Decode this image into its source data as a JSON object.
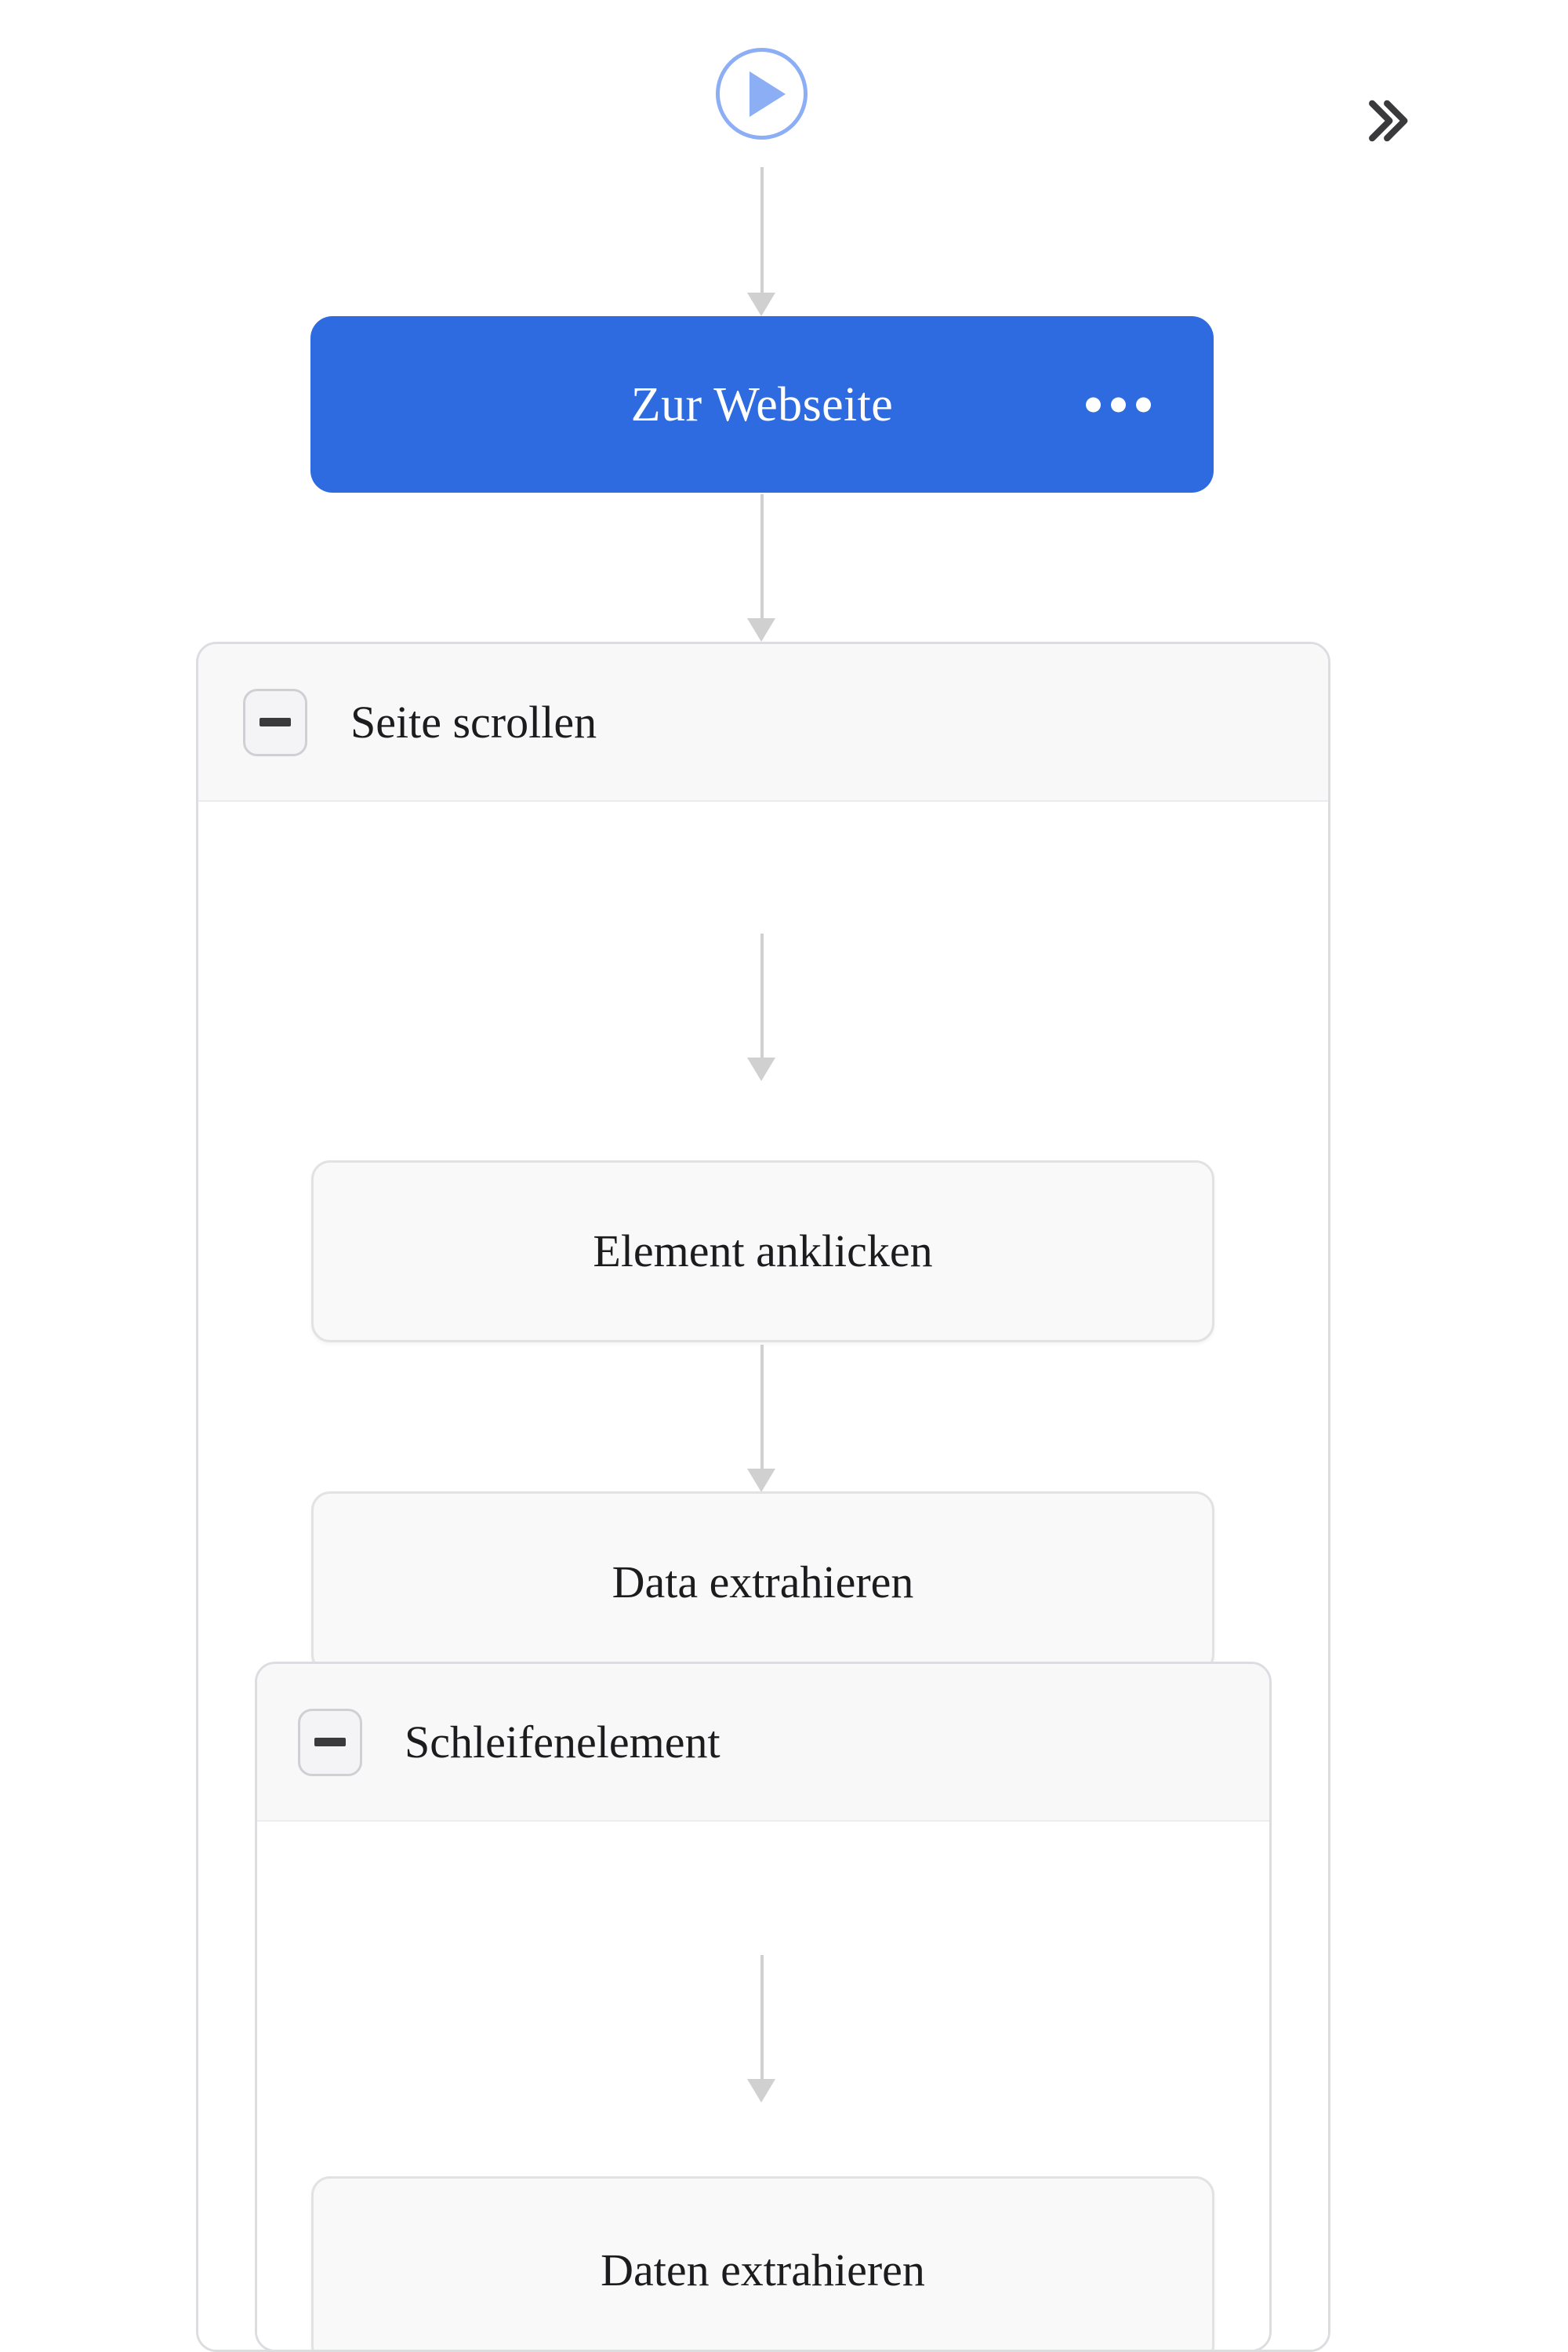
{
  "toolbar": {
    "run_icon": "play-circle-icon",
    "collapse_icon": "chevron-double-right-icon"
  },
  "colors": {
    "accent_blue": "#2F6BE0",
    "play_blue": "#8CAEF5",
    "connector_gray": "#D0D0D0",
    "card_border": "#E1E2E4",
    "card_fill": "#F9F9FA",
    "group_header_fill": "#F8F8F9"
  },
  "flow": {
    "start": {
      "name": "start-node",
      "icon": "play-circle-icon"
    },
    "open_website": {
      "label": "Zur Webseite",
      "menu_icon": "ellipsis-horizontal-icon",
      "type": "action"
    },
    "scroll_group": {
      "title": "Seite scrollen",
      "toggle_icon": "minus-icon",
      "toggle_state": "expanded",
      "children": [
        {
          "label": "Element anklicken",
          "type": "action"
        },
        {
          "label": "Data extrahieren",
          "type": "action"
        }
      ],
      "loop_group": {
        "title": "Schleifenelement",
        "toggle_icon": "minus-icon",
        "toggle_state": "expanded",
        "children": [
          {
            "label": "Daten extrahieren",
            "type": "action"
          }
        ]
      }
    }
  }
}
